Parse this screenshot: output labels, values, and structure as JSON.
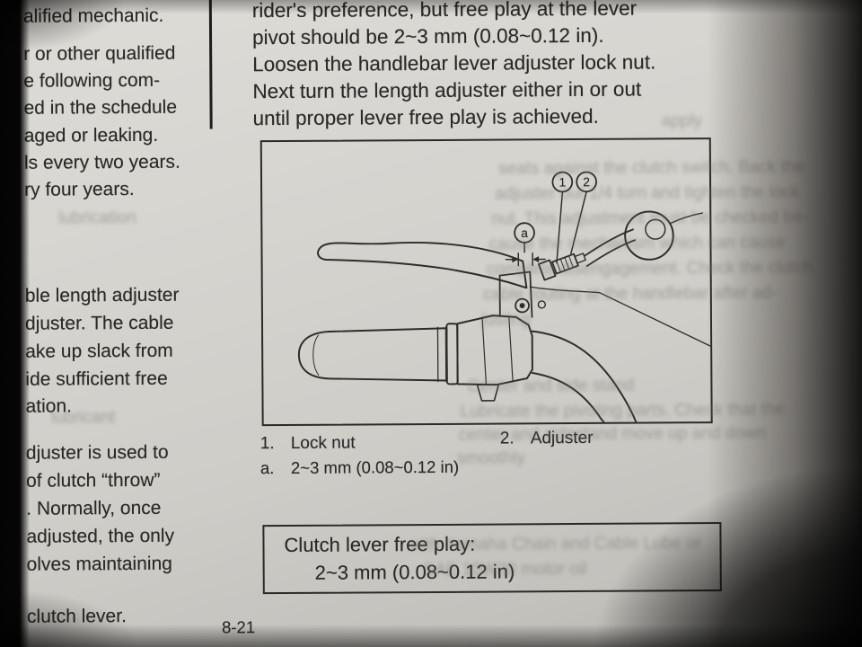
{
  "page": {
    "number": "8-21"
  },
  "left_column": {
    "lines": [
      "alified mechanic.",
      "r or other qualified",
      "e following com-",
      "ed in the schedule",
      "aged or leaking.",
      "ls every two years.",
      "ry four years.",
      "ble length adjuster",
      "djuster. The cable",
      "ake up slack from",
      "ide sufficient free",
      "ation.",
      "djuster is used to",
      "of clutch “throw”",
      ". Normally, once",
      "adjusted, the only",
      "olves maintaining",
      "clutch lever."
    ]
  },
  "right_column": {
    "paragraph": [
      "rider's preference, but free play at the lever",
      "pivot should be 2~3 mm (0.08~0.12 in).",
      "Loosen the handlebar lever adjuster lock nut.",
      "Next turn the length adjuster either in or out",
      "until proper lever free play is achieved."
    ],
    "figure": {
      "callouts": [
        "1",
        "2",
        "a"
      ],
      "legend": [
        {
          "num": "1.",
          "label": "Lock nut"
        },
        {
          "num": "2.",
          "label": "Adjuster"
        },
        {
          "num": "a.",
          "label": "2~3 mm (0.08~0.12 in)"
        }
      ]
    },
    "spec_box": {
      "title": "Clutch lever free play:",
      "value": "2~3 mm (0.08~0.12 in)"
    }
  },
  "ghost": {
    "lines": [
      "apply",
      "seats against the clutch switch. Back the",
      "adjuster out 1/4 turn and tighten the lock",
      "nut. This adjustment must be checked be-",
      "cause the mechanism which can cause",
      "complete disengagement. Check the clutch",
      "cable routing at the handlebar after ad-",
      "justing",
      "Center and side stand",
      "Lubricate the pivoting parts. Check that the",
      "center and sidestand move up and down",
      "smoothly",
      "with Yamaha Chain and Cable Lube or",
      "SAE 10W30 motor oil",
      "lubrication",
      "lubricant"
    ]
  }
}
